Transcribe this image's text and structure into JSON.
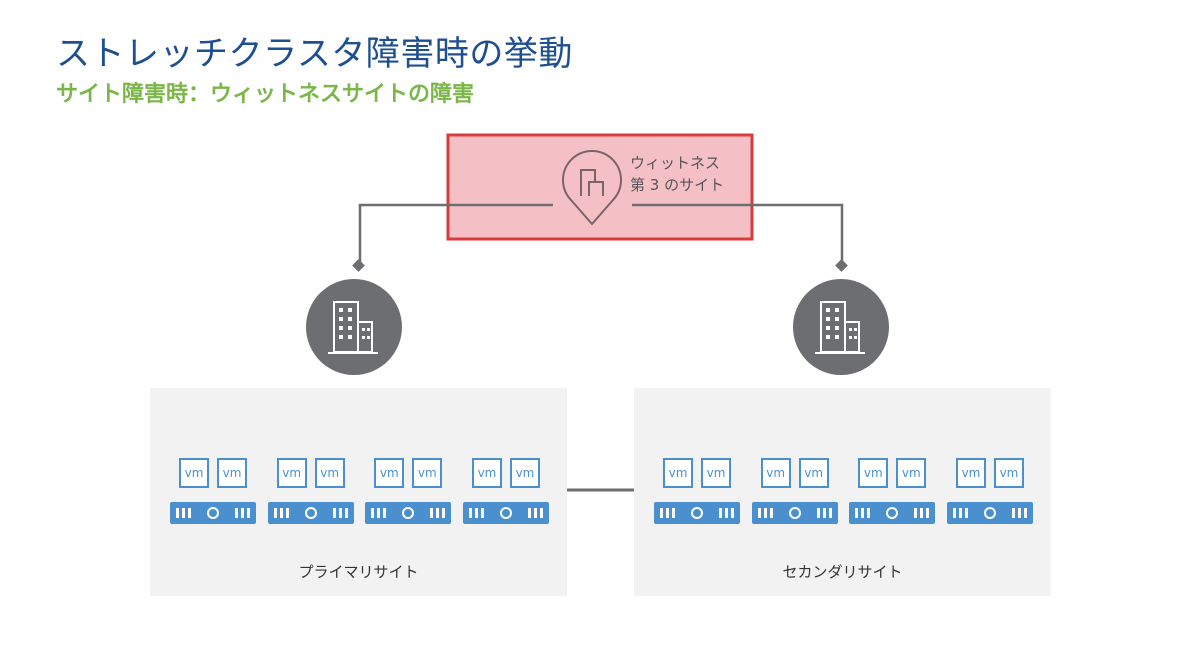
{
  "title": "ストレッチクラスタ障害時の挙動",
  "subtitle": "サイト障害時：ウィットネスサイトの障害",
  "witness": {
    "line1": "ウィットネス",
    "line2": "第 3 のサイト",
    "state_color": "#f4c0c6",
    "border_color": "#d93a3a"
  },
  "sites": [
    {
      "label": "プライマリサイト",
      "hosts": [
        {
          "vms": [
            "vm",
            "vm"
          ]
        },
        {
          "vms": [
            "vm",
            "vm"
          ]
        },
        {
          "vms": [
            "vm",
            "vm"
          ]
        },
        {
          "vms": [
            "vm",
            "vm"
          ]
        }
      ]
    },
    {
      "label": "セカンダリサイト",
      "hosts": [
        {
          "vms": [
            "vm",
            "vm"
          ]
        },
        {
          "vms": [
            "vm",
            "vm"
          ]
        },
        {
          "vms": [
            "vm",
            "vm"
          ]
        },
        {
          "vms": [
            "vm",
            "vm"
          ]
        }
      ]
    }
  ],
  "colors": {
    "title": "#1d4f91",
    "subtitle": "#7ab648",
    "vm_blue": "#4a90cf",
    "building_circle": "#6d6e71",
    "connector": "#6d6e71"
  }
}
